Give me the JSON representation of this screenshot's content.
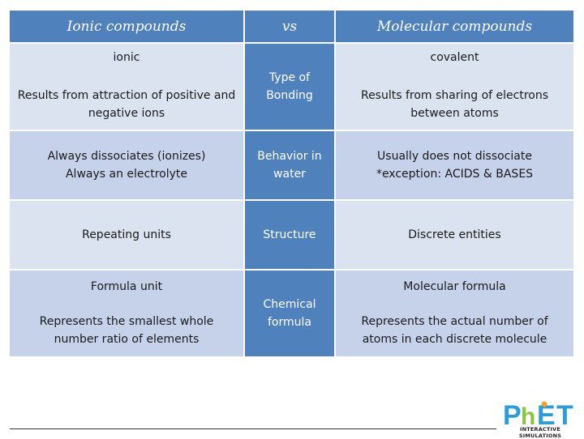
{
  "header": {
    "left": "Ionic compounds",
    "middle": "vs",
    "right": "Molecular compounds"
  },
  "rows": [
    {
      "left_label": "ionic",
      "left": "Results from attraction of positive and negative ions",
      "middle": "Type of Bonding",
      "right_label": "covalent",
      "right": "Results from sharing of electrons between atoms"
    },
    {
      "left": "Always dissociates (ionizes) Always an electrolyte",
      "middle": "Behavior in water",
      "right": "Usually does not dissociate *exception: ACIDS & BASES"
    },
    {
      "left": "Repeating units",
      "middle": "Structure",
      "right": "Discrete entities"
    },
    {
      "left_label": "Formula unit",
      "left": "Represents the smallest whole number ratio of elements",
      "middle": "Chemical formula",
      "right_label": "Molecular formula",
      "right": "Represents the actual number of atoms in each discrete molecule"
    }
  ],
  "logo": {
    "text": "PhET",
    "subtitle": "INTERACTIVE SIMULATIONS",
    "colors": {
      "blue": "#2a9ed8",
      "green": "#8cc43f",
      "orange": "#f4a01c"
    }
  }
}
